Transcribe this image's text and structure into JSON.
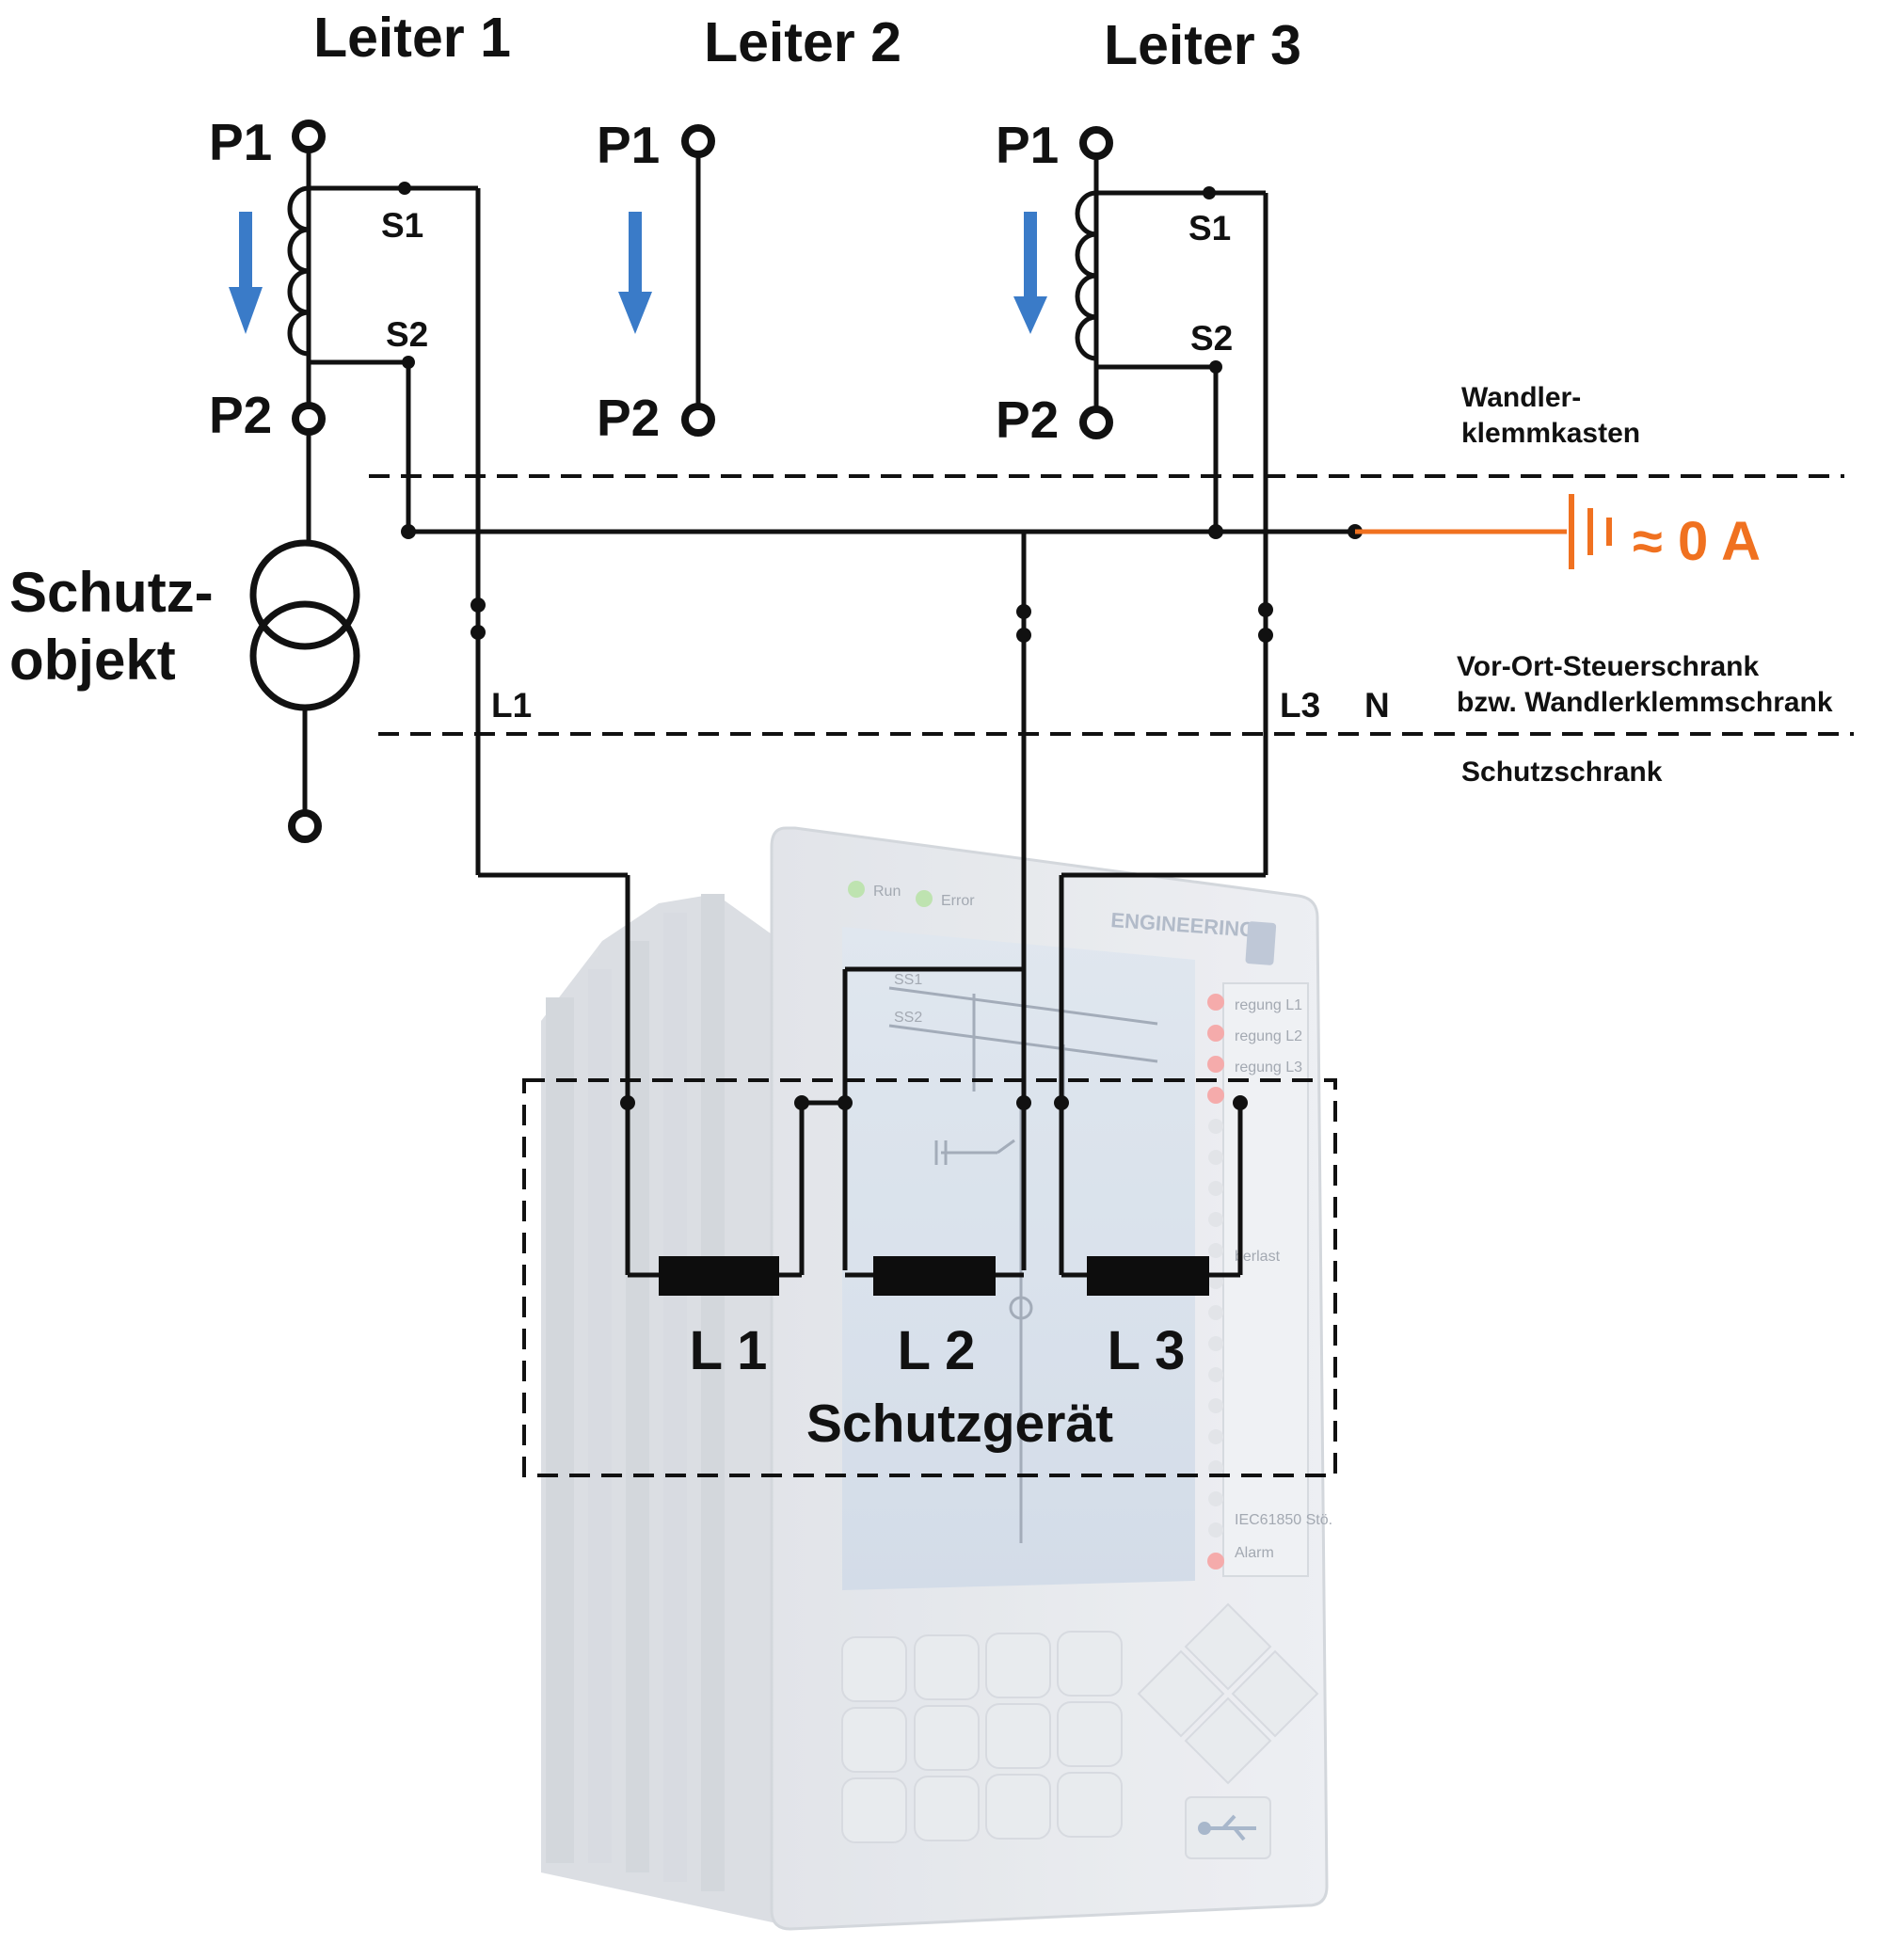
{
  "conductors": [
    "Leiter 1",
    "Leiter 2",
    "Leiter 3"
  ],
  "terminals": {
    "p1": "P1",
    "p2": "P2",
    "s1": "S1",
    "s2": "S2"
  },
  "protected_object": {
    "line1": "Schutz-",
    "line2": "objekt"
  },
  "zones": {
    "ct_box_line1": "Wandler-",
    "ct_box_line2": "klemmkasten",
    "local_cabinet_line1": "Vor-Ort-Steuerschrank",
    "local_cabinet_line2": "bzw. Wandlerklemmschrank",
    "protection_cabinet": "Schutzschrank"
  },
  "wires": {
    "l1": "L1",
    "l3": "L3",
    "n": "N"
  },
  "neutral_current": "≈ 0 A",
  "device": {
    "title": "Schutzgerät",
    "coils": [
      "L 1",
      "L 2",
      "L 3"
    ],
    "led_run": "Run",
    "led_error": "Error",
    "busbar_1": "SS1",
    "busbar_2": "SS2",
    "brand": "ENGINEERING",
    "led_labels": [
      "regung L1",
      "regung L2",
      "regung L3",
      "berlast",
      "IEC61850 Stö.",
      "Alarm"
    ],
    "usb_icon": "usb-icon"
  },
  "colors": {
    "arrow": "#3a7bc8",
    "neutral_highlight": "#f07120",
    "device_body": "#e4e7ec"
  }
}
